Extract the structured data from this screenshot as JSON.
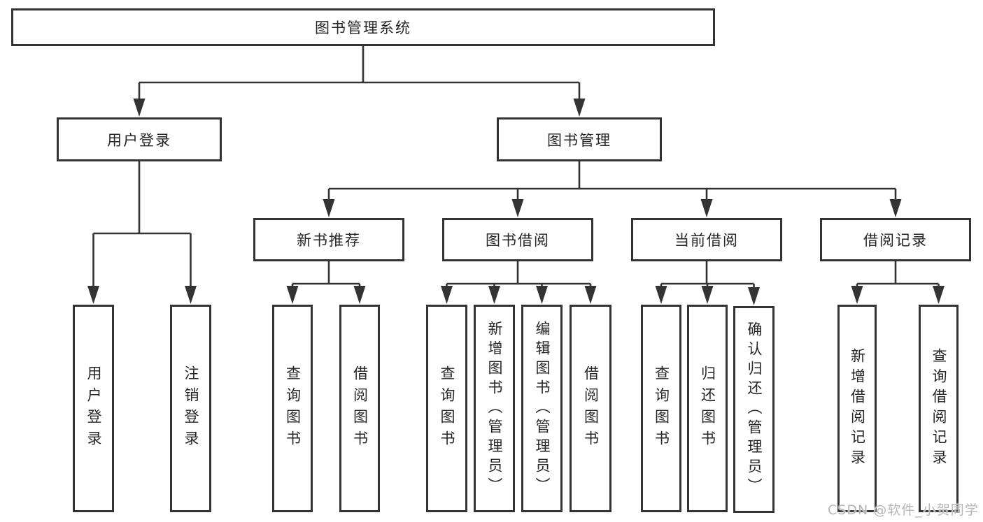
{
  "diagram": {
    "nodes": {
      "root": "图书管理系统",
      "user_login": "用户登录",
      "book_mgmt": "图书管理",
      "new_book_rec": "新书推荐",
      "book_borrow": "图书借阅",
      "current_borrow": "当前借阅",
      "borrow_record": "借阅记录",
      "leaf_user_login": "用户登录",
      "leaf_logout": "注销登录",
      "leaf_nbr_query": "查询图书",
      "leaf_nbr_borrow": "借阅图书",
      "leaf_bb_query": "查询图书",
      "leaf_bb_add": "新增图书（管理员）",
      "leaf_bb_edit": "编辑图书（管理员）",
      "leaf_bb_borrow": "借阅图书",
      "leaf_cb_query": "查询图书",
      "leaf_cb_return": "归还图书",
      "leaf_cb_confirm": "确认归还（管理员）",
      "leaf_br_add": "新增借阅记录",
      "leaf_br_query": "查询借阅记录"
    },
    "line_color": "#333333"
  },
  "watermark": "CSDN @软件_小贺同学"
}
